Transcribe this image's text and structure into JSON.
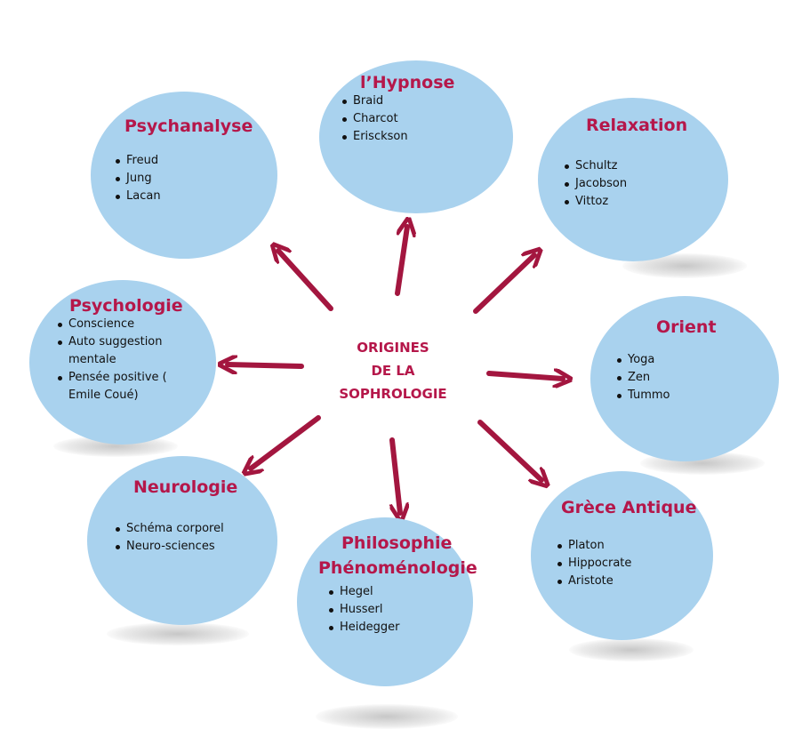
{
  "center": {
    "lines": [
      "ORIGINES",
      "DE LA",
      "SOPHROLOGIE"
    ]
  },
  "nodes": {
    "hypnose": {
      "title": "l’Hypnose",
      "items": [
        "Braid",
        "Charcot",
        "Erisckson"
      ]
    },
    "psychanalyse": {
      "title": "Psychanalyse",
      "items": [
        "Freud",
        "Jung",
        "Lacan"
      ]
    },
    "relaxation": {
      "title": "Relaxation",
      "items": [
        "Schultz",
        "Jacobson",
        "Vittoz"
      ]
    },
    "psychologie": {
      "title": "Psychologie",
      "items": [
        "Conscience",
        "Auto suggestion mentale",
        "Pensée positive ( Emile Coué)"
      ]
    },
    "orient": {
      "title": "Orient",
      "items": [
        "Yoga",
        "Zen",
        "Tummo"
      ]
    },
    "neurologie": {
      "title": "Neurologie",
      "items": [
        "Schéma corporel",
        "Neuro-sciences"
      ]
    },
    "philosophie": {
      "title_lines": [
        "Philosophie",
        "Phénoménologie"
      ],
      "items": [
        "Hegel",
        "Husserl",
        "Heidegger"
      ]
    },
    "grece": {
      "title": "Grèce Antique",
      "items": [
        "Platon",
        "Hippocrate",
        "Aristote"
      ]
    }
  },
  "colors": {
    "node_fill": "#a9d2ee",
    "accent": "#b5174a",
    "arrow": "#a3163f",
    "text": "#111111"
  },
  "icons": {
    "arrow": "arrow-icon",
    "bullet": "bullet-dot"
  }
}
